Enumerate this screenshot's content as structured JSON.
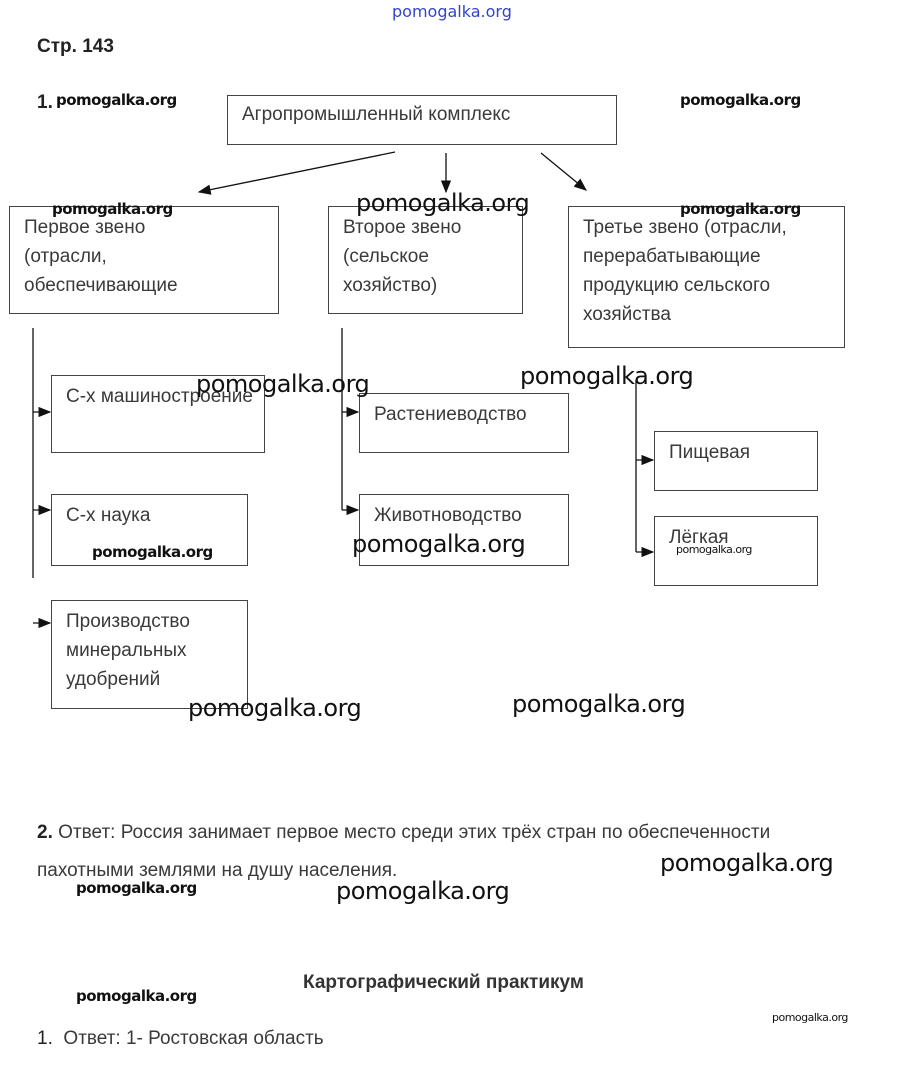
{
  "header_watermark": "pomogalka.org",
  "page_label": "Стр. 143",
  "task1_number": "1.",
  "diagram": {
    "root": "Агропромышленный комплекс",
    "level1": [
      {
        "label": "Первое звено (отрасли, обеспечивающие"
      },
      {
        "label": "Второе звено (сельское хозяйство)"
      },
      {
        "label": "Третье звено (отрасли, перерабатывающие продукцию сельского хозяйства"
      }
    ],
    "first_children": [
      "С-х машиностроение",
      "С-х наука",
      "Производство минеральных удобрений"
    ],
    "second_children": [
      "Растениеводство",
      "Животноводство"
    ],
    "third_children": [
      "Пищевая",
      "Лёгкая"
    ]
  },
  "task2": {
    "number": "2.",
    "text_line1": "Ответ: Россия занимает первое место среди этих трёх стран по обеспеченности",
    "text_line2": "пахотными землями на душу населения."
  },
  "section_title": "Картографический практикум",
  "task3": {
    "number": "1.",
    "text": "Ответ: 1- Ростовская область"
  },
  "watermark": "pomogalka.org",
  "colors": {
    "header_watermark": "#3344cc",
    "text": "#3a3a3a"
  }
}
